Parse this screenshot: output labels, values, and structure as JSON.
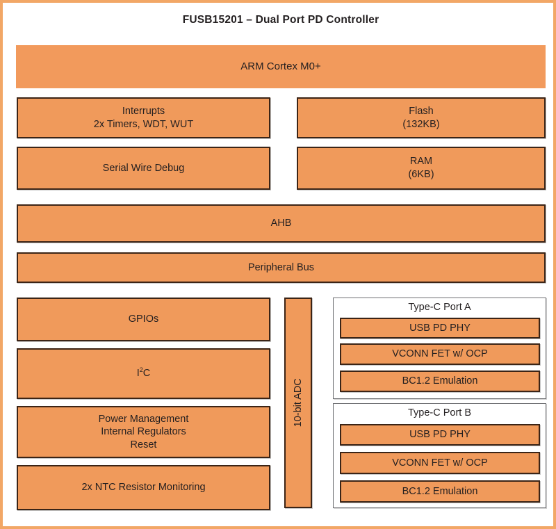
{
  "diagram": {
    "title": "FUSB15201 – Dual Port PD Controller",
    "colors": {
      "frame": "#f2a766",
      "block_fill": "#f09a5b",
      "block_border": "#3b2416",
      "group_border": "#6d6e71",
      "text": "#231f20",
      "background": "#ffffff"
    },
    "core": {
      "label": "ARM Cortex M0+"
    },
    "left_column_upper": [
      {
        "label": "Interrupts\n2x Timers, WDT, WUT"
      },
      {
        "label": "Serial Wire Debug"
      }
    ],
    "right_column_upper": [
      {
        "label": "Flash\n(132KB)"
      },
      {
        "label": "RAM\n(6KB)"
      }
    ],
    "buses": [
      {
        "label": "AHB"
      },
      {
        "label": "Peripheral Bus"
      }
    ],
    "peripherals": [
      {
        "label": "GPIOs"
      },
      {
        "label": "I2C",
        "html": "I<sup>2</sup>C"
      },
      {
        "label": "Power Management\nInternal Regulators\nReset"
      },
      {
        "label": "2x NTC Resistor Monitoring"
      }
    ],
    "adc": {
      "label": "10-bit ADC"
    },
    "ports": [
      {
        "title": "Type-C Port A",
        "blocks": [
          {
            "label": "USB PD PHY"
          },
          {
            "label": "VCONN FET w/ OCP"
          },
          {
            "label": "BC1.2 Emulation"
          }
        ]
      },
      {
        "title": "Type-C Port B",
        "blocks": [
          {
            "label": "USB PD PHY"
          },
          {
            "label": "VCONN FET w/ OCP"
          },
          {
            "label": "BC1.2 Emulation"
          }
        ]
      }
    ]
  }
}
